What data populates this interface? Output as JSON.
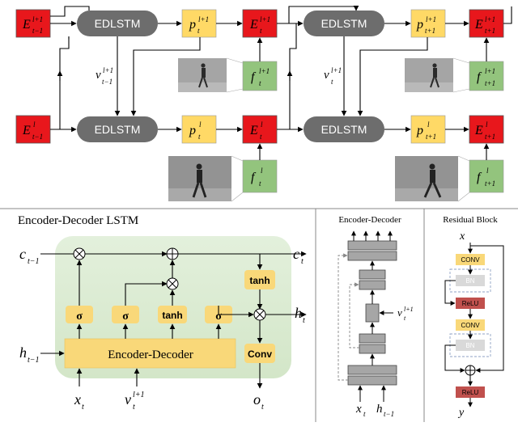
{
  "top": {
    "edlstm_label": "EDLSTM",
    "E": {
      "sym": "E"
    },
    "p": {
      "sym": "p"
    },
    "f": {
      "sym": "f"
    },
    "v": {
      "sym": "v"
    },
    "sub_t_minus_1": "t−1",
    "sub_t": "t",
    "sub_t_plus_1": "t+1",
    "sup_l": "l",
    "sup_l_plus_1": "l+1"
  },
  "bottom_left": {
    "title": "Encoder-Decoder LSTM",
    "sigma": "σ",
    "tanh": "tanh",
    "conv": "Conv",
    "encoder_decoder": "Encoder-Decoder",
    "c": "c",
    "h": "h",
    "x": "x",
    "o": "o",
    "v": "v",
    "sub_t_minus_1": "t−1",
    "sub_t": "t",
    "sup_l_plus_1": "l+1"
  },
  "bottom_mid": {
    "title": "Encoder-Decoder",
    "v": "v",
    "x": "x",
    "h": "h",
    "sub_t": "t",
    "sub_t_minus_1": "t−1",
    "sup_l_plus_1": "l+1"
  },
  "bottom_right": {
    "title": "Residual Block",
    "x": "x",
    "y": "y",
    "conv": "CONV",
    "bn": "BN",
    "relu": "ReLU"
  },
  "colors": {
    "error_red": "#e8171c",
    "pred_yellow": "#ffd966",
    "feat_green": "#93c47d",
    "edlstm_gray": "#6d6d6d",
    "panel_green": "#d9ead3",
    "ed_gold": "#f9d879",
    "resblock_red": "#c0504d",
    "block_gray": "#a6a6a6"
  }
}
